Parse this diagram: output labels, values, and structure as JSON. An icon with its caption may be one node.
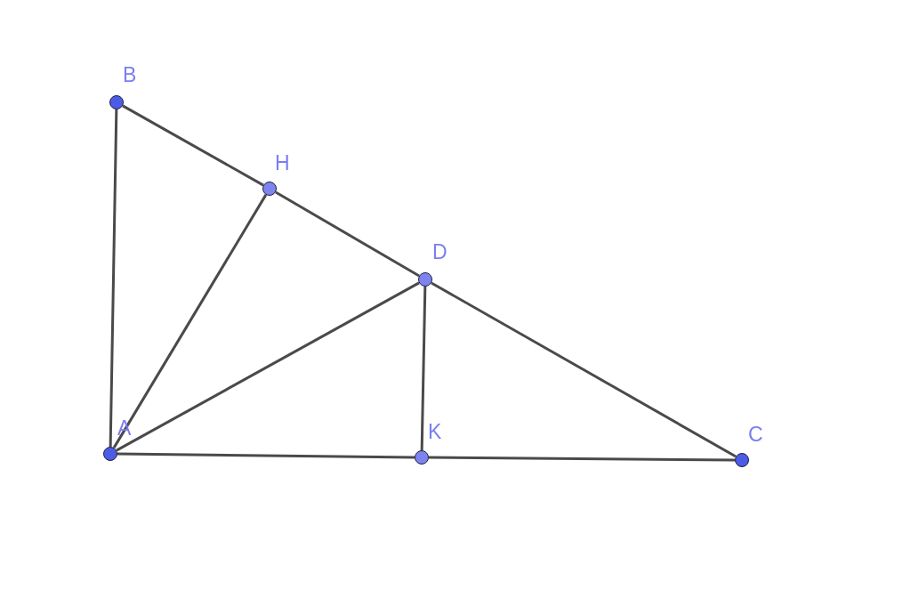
{
  "diagram": {
    "nodes": [
      {
        "text": [],
        "shape": "circle",
        "beside": [
          "B"
        ]
      },
      {
        "text": [],
        "shape": "circle",
        "beside": [
          "H"
        ]
      },
      {
        "text": [],
        "shape": "circle",
        "beside": [
          "D"
        ]
      },
      {
        "text": [],
        "shape": "circle",
        "beside": [
          "A"
        ]
      },
      {
        "text": [],
        "shape": "circle",
        "beside": [
          "K"
        ]
      },
      {
        "text": [],
        "shape": "circle",
        "beside": [
          "C"
        ]
      }
    ],
    "edges": [
      {
        "from": 0,
        "to": 1,
        "arrow": "none"
      },
      {
        "from": 1,
        "to": 2,
        "arrow": "none"
      },
      {
        "from": 2,
        "to": 5,
        "arrow": "none"
      },
      {
        "from": 0,
        "to": 3,
        "arrow": "none"
      },
      {
        "from": 3,
        "to": 1,
        "arrow": "none"
      },
      {
        "from": 3,
        "to": 2,
        "arrow": "none"
      },
      {
        "from": 2,
        "to": 4,
        "arrow": "none"
      },
      {
        "from": 3,
        "to": 4,
        "arrow": "none"
      },
      {
        "from": 4,
        "to": 5,
        "arrow": "none"
      }
    ]
  }
}
